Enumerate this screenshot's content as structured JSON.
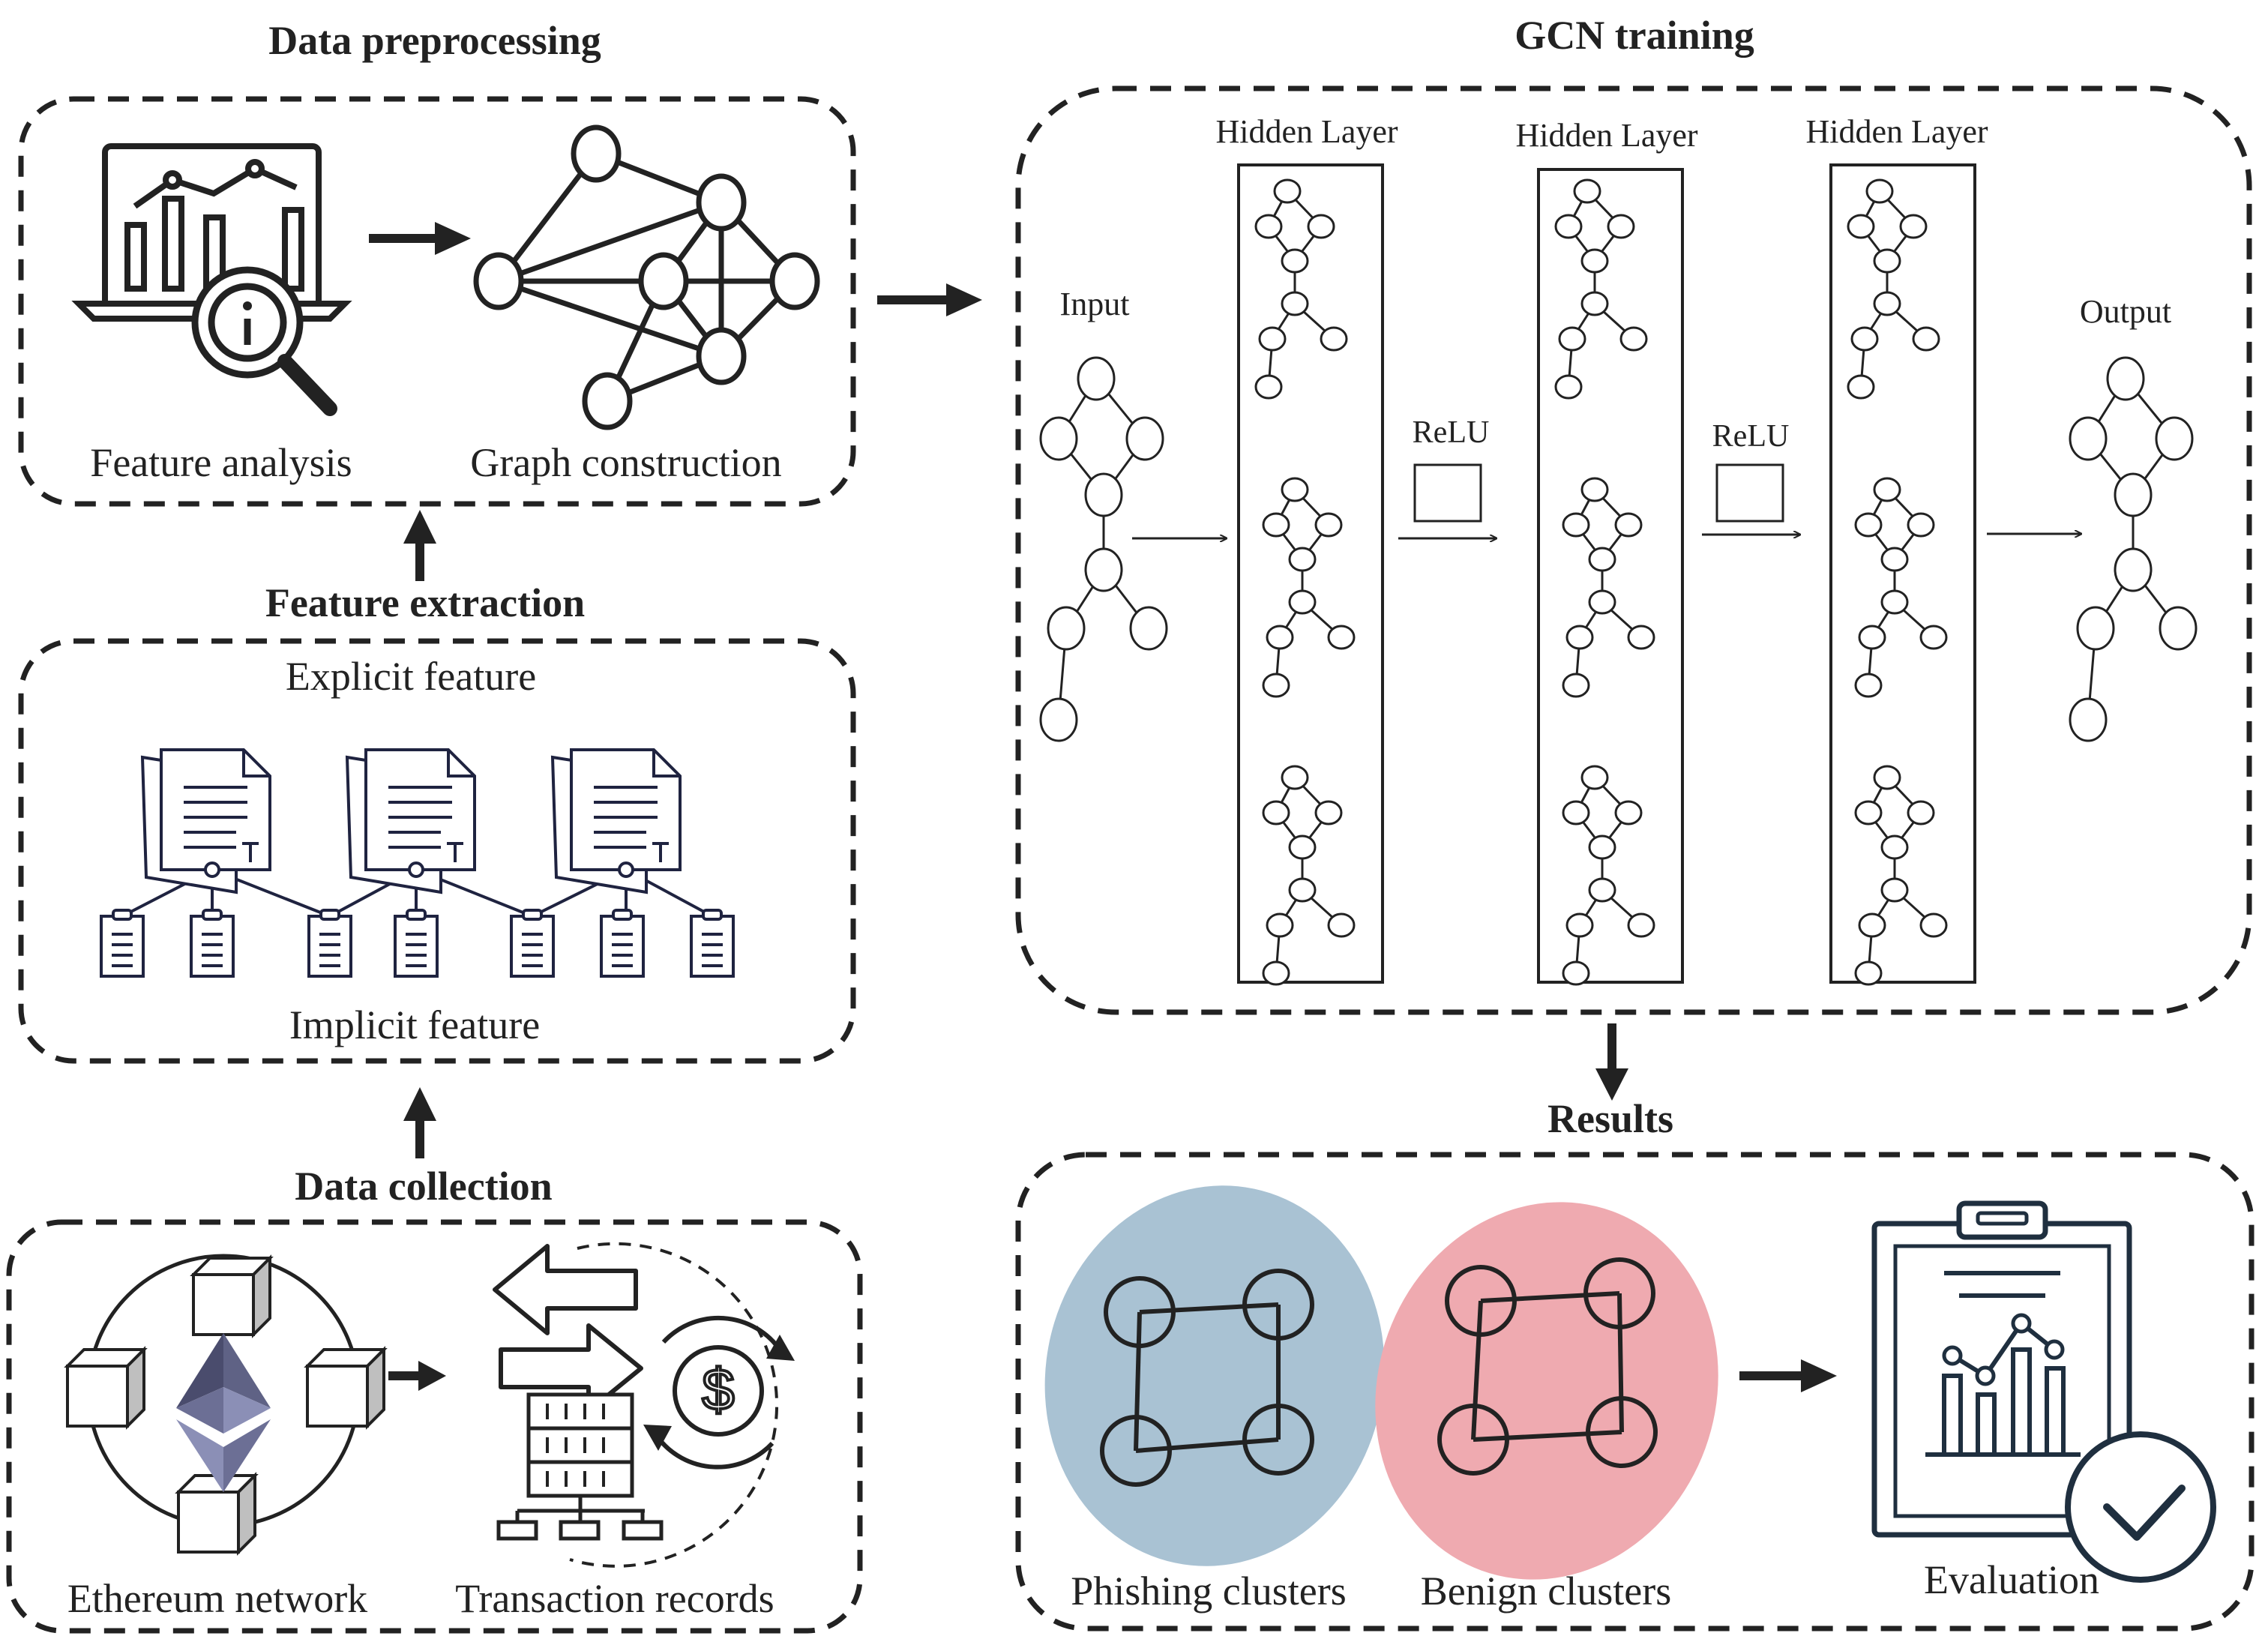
{
  "sections": {
    "preprocessing": {
      "title": "Data preprocessing",
      "labels": [
        "Feature analysis",
        "Graph construction"
      ]
    },
    "extraction": {
      "title": "Feature extraction",
      "top_label": "Explicit feature",
      "bottom_label": "Implicit feature"
    },
    "collection": {
      "title": "Data collection",
      "labels": [
        "Ethereum network",
        "Transaction records"
      ]
    },
    "training": {
      "title": "GCN training",
      "input": "Input",
      "output": "Output",
      "hidden_layers": [
        "Hidden Layer",
        "Hidden Layer",
        "Hidden Layer"
      ],
      "activations": [
        "ReLU",
        "ReLU"
      ]
    },
    "results": {
      "title": "Results",
      "labels": [
        "Phishing clusters",
        "Benign clusters",
        "Evaluation"
      ]
    }
  },
  "colors": {
    "line": "#222222",
    "phishing_fill": "#a9c2d3",
    "benign_fill": "#efaab0",
    "doc_stroke": "#1f2340",
    "eth_dark": "#4a4c6d",
    "eth_light": "#8b8fb6"
  },
  "icons": [
    "laptop-chart-icon",
    "magnifier-info-icon",
    "graph-network-icon",
    "document-tree-icon",
    "ethereum-logo-icon",
    "cube-icon",
    "exchange-arrows-icon",
    "server-icon",
    "dollar-cycle-icon",
    "clipboard-chart-icon",
    "check-circle-icon"
  ]
}
